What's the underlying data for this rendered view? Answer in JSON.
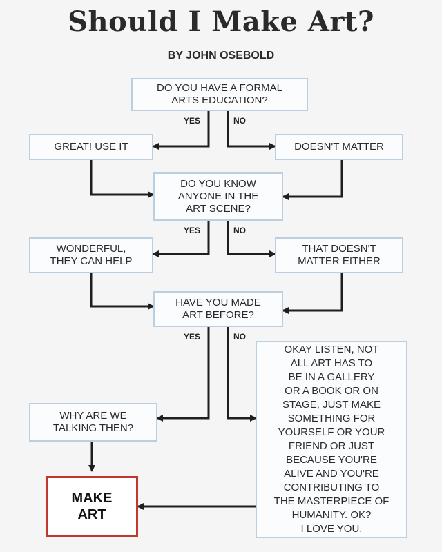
{
  "title": "Should I Make Art?",
  "byline": "BY JOHN OSEBOLD",
  "nodes": {
    "q1": "DO YOU HAVE A FORMAL\nARTS EDUCATION?",
    "great": "GREAT! USE IT",
    "doesnt_matter": "DOESN'T MATTER",
    "q2": "DO YOU KNOW\nANYONE IN THE\nART SCENE?",
    "wonderful": "WONDERFUL,\nTHEY CAN HELP",
    "that_doesnt": "THAT DOESN'T\nMATTER EITHER",
    "q3": "HAVE YOU MADE\nART BEFORE?",
    "why": "WHY ARE WE\nTALKING THEN?",
    "okay": "OKAY LISTEN, NOT\nALL ART HAS TO\nBE IN A GALLERY\nOR A BOOK OR ON\nSTAGE, JUST MAKE\nSOMETHING FOR\nYOURSELF OR YOUR\nFRIEND OR JUST\nBECAUSE YOU'RE\nALIVE AND YOU'RE\nCONTRIBUTING TO\nTHE MASTERPIECE OF\nHUMANITY. OK?\nI LOVE YOU.",
    "make_art": "MAKE\nART"
  },
  "labels": {
    "yes": "YES",
    "no": "NO"
  },
  "colors": {
    "box_border": "#bccfe0",
    "final_border": "#c0392b",
    "arrow": "#1e1e1e"
  }
}
